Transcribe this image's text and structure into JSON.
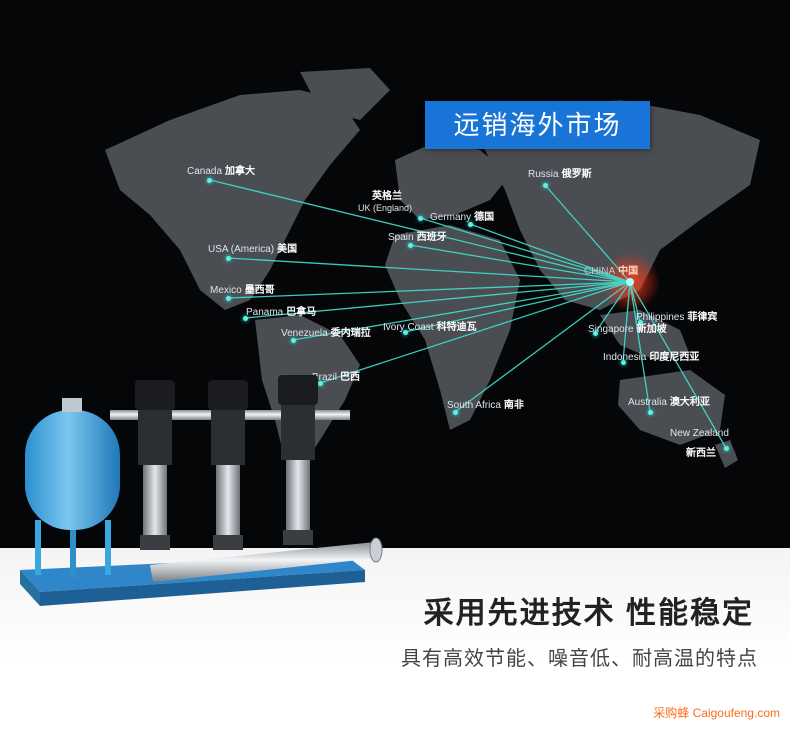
{
  "banner": {
    "title": "远销海外市场"
  },
  "hub": {
    "en": "CHINA",
    "cn": "中国"
  },
  "labels": [
    {
      "en": "Canada",
      "cn": "加拿大"
    },
    {
      "en": "英格兰",
      "cn": ""
    },
    {
      "en": "UK (England)",
      "cn": ""
    },
    {
      "en": "Germany",
      "cn": "德国"
    },
    {
      "en": "Spain",
      "cn": "西班牙"
    },
    {
      "en": "Russia",
      "cn": "俄罗斯"
    },
    {
      "en": "USA (America)",
      "cn": "美国"
    },
    {
      "en": "Mexico",
      "cn": "墨西哥"
    },
    {
      "en": "Panama",
      "cn": "巴拿马"
    },
    {
      "en": "Venezuela",
      "cn": "委内瑞拉"
    },
    {
      "en": "Ivory Coast",
      "cn": "科特迪瓦"
    },
    {
      "en": "Brazil",
      "cn": "巴西"
    },
    {
      "en": "South Africa",
      "cn": "南非"
    },
    {
      "en": "Philippines",
      "cn": "菲律宾"
    },
    {
      "en": "Singapore",
      "cn": "新加坡"
    },
    {
      "en": "Indonesia",
      "cn": "印度尼西亚"
    },
    {
      "en": "Australia",
      "cn": "澳大利亚"
    },
    {
      "en": "New Zealand",
      "cn": ""
    },
    {
      "en": "新西兰",
      "cn": ""
    }
  ],
  "headline": "采用先进技术 性能稳定",
  "subline": "具有高效节能、噪音低、耐高温的特点",
  "watermark": "采购蜂 Caigoufeng.com",
  "colors": {
    "banner": "#1874d6",
    "lines": "#3fe0d0",
    "hub": "#ff3b1a",
    "tank": "#3aa7e0",
    "watermark": "#ff6b1a"
  }
}
